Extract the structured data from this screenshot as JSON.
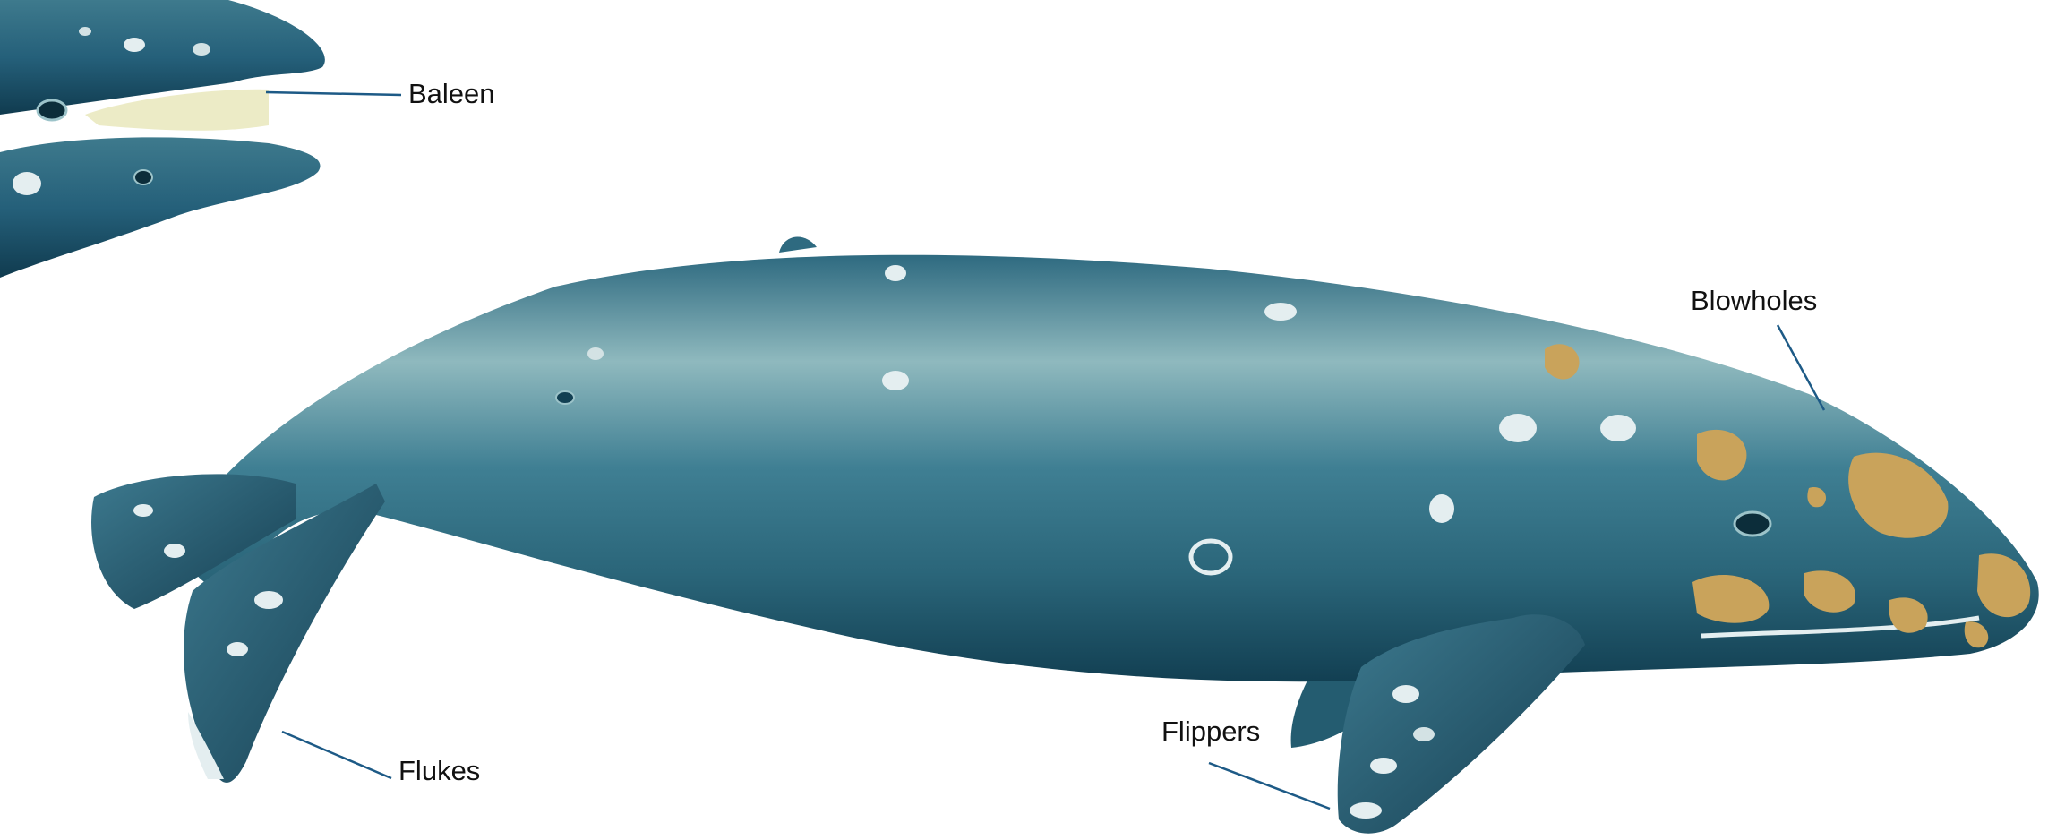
{
  "labels": {
    "baleen": "Baleen",
    "blowholes": "Blowholes",
    "flukes": "Flukes",
    "flippers": "Flippers"
  },
  "colors": {
    "leader_line": "#1d5a86",
    "skin_dark": "#0f3b4d",
    "skin_mid": "#2f6f86",
    "skin_light": "#9cc3c9",
    "barnacle": "#c9a35b",
    "baleen": "#ecebc6"
  }
}
